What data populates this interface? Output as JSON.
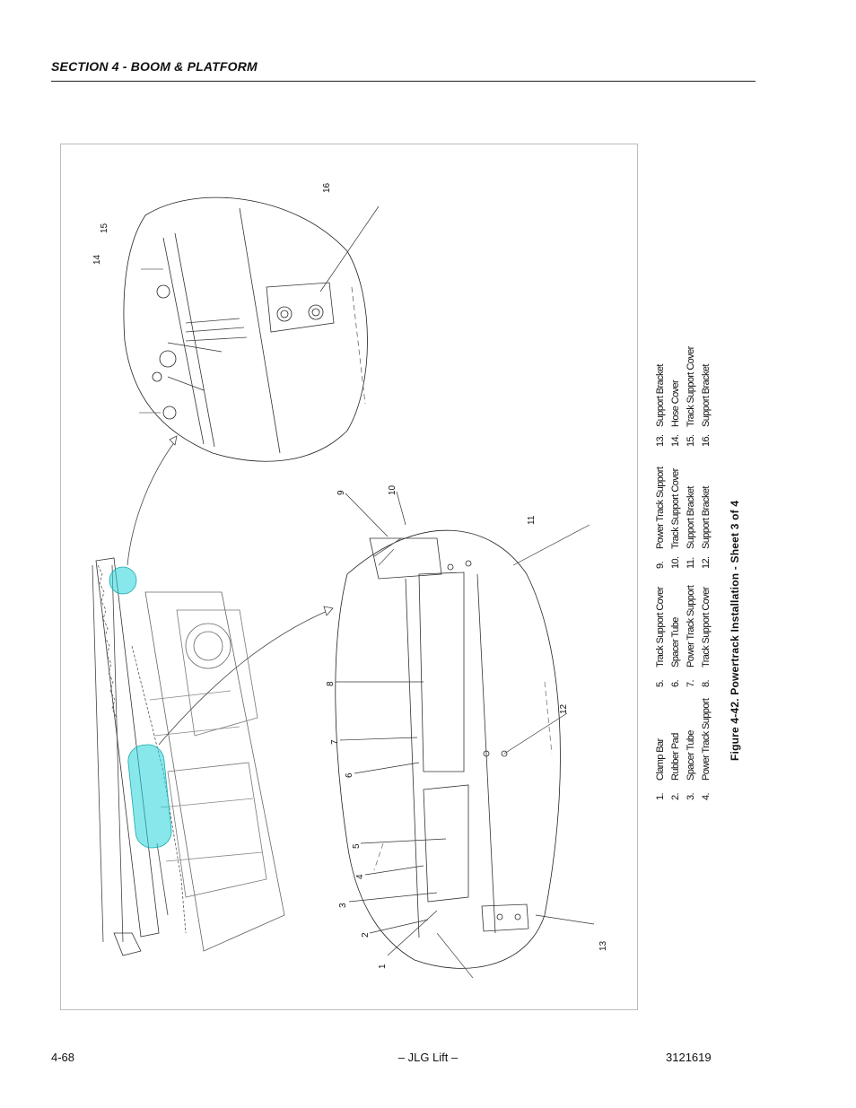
{
  "header": {
    "section_title": "SECTION 4 - BOOM & PLATFORM"
  },
  "figure": {
    "caption": "Figure 4-42.  Powertrack Installation - Sheet 3 of 4",
    "callouts": [
      "1",
      "2",
      "3",
      "4",
      "5",
      "6",
      "7",
      "8",
      "9",
      "10",
      "11",
      "12",
      "13",
      "14",
      "15",
      "16"
    ],
    "legend": [
      {
        "num": "1.",
        "label": "Clamp Bar"
      },
      {
        "num": "2.",
        "label": "Rubber Pad"
      },
      {
        "num": "3.",
        "label": "Spacer Tube"
      },
      {
        "num": "4.",
        "label": "Power Track Support"
      },
      {
        "num": "5.",
        "label": "Track Support Cover"
      },
      {
        "num": "6.",
        "label": "Spacer Tube"
      },
      {
        "num": "7.",
        "label": "Power Track Support"
      },
      {
        "num": "8.",
        "label": "Track Support Cover"
      },
      {
        "num": "9.",
        "label": "Power Track Support"
      },
      {
        "num": "10.",
        "label": "Track Support Cover"
      },
      {
        "num": "11.",
        "label": "Support Bracket"
      },
      {
        "num": "12.",
        "label": "Support Bracket"
      },
      {
        "num": "13.",
        "label": "Support Bracket"
      },
      {
        "num": "14.",
        "label": "Hose Cover"
      },
      {
        "num": "15.",
        "label": "Track Support Cover"
      },
      {
        "num": "16.",
        "label": "Support Bracket"
      }
    ],
    "highlight_color": "#27d3d8"
  },
  "footer": {
    "page_number": "4-68",
    "publisher": "– JLG Lift –",
    "doc_number": "3121619"
  }
}
